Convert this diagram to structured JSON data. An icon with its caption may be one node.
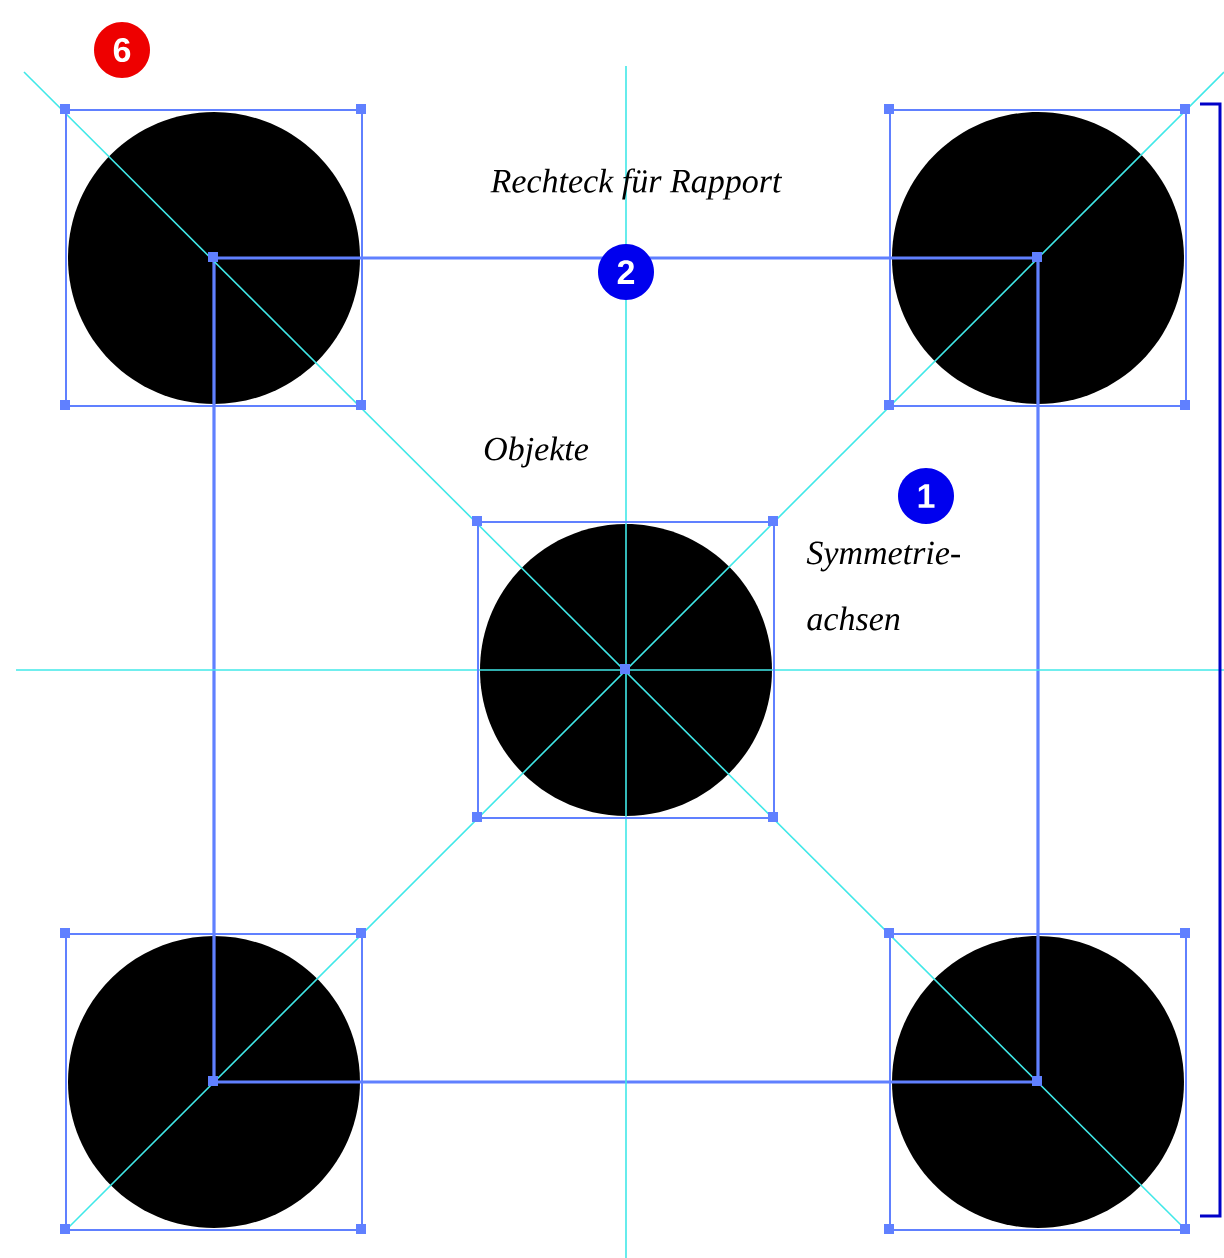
{
  "diagram": {
    "nodes": [
      {
        "text": [
          "6"
        ]
      },
      {
        "text": [
          "2"
        ]
      },
      {
        "text": [
          "1"
        ]
      }
    ],
    "labels": [
      "Rechteck für Rapport",
      "Objekte",
      "Symmetrie- achsen"
    ]
  }
}
